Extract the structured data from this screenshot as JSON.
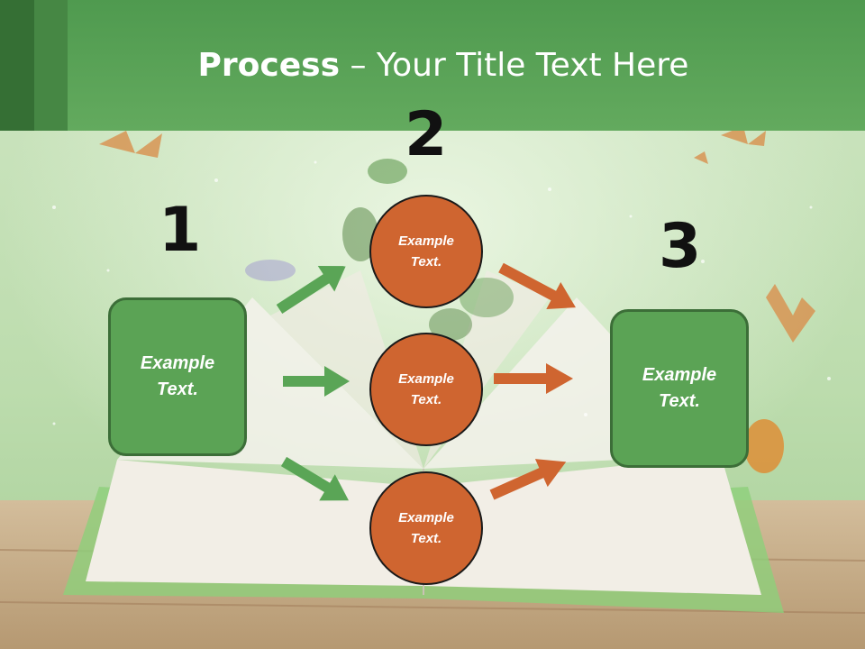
{
  "slide": {
    "title_bold": "Process",
    "title_rest": " – Your Title Text Here"
  },
  "steps": [
    {
      "number": "1",
      "text": "Example\nText."
    },
    {
      "number": "2",
      "text": "Example\nText."
    },
    {
      "number": "3",
      "text": "Example\nText."
    }
  ],
  "circles": [
    {
      "text": "Example\nText."
    },
    {
      "text": "Example\nText."
    },
    {
      "text": "Example\nText."
    }
  ],
  "colors": {
    "header": "#5aa55a",
    "box_fill": "#5ba355",
    "circle_fill": "#cf6530",
    "arrow_green": "#5aa556",
    "arrow_orange": "#cf6530"
  }
}
